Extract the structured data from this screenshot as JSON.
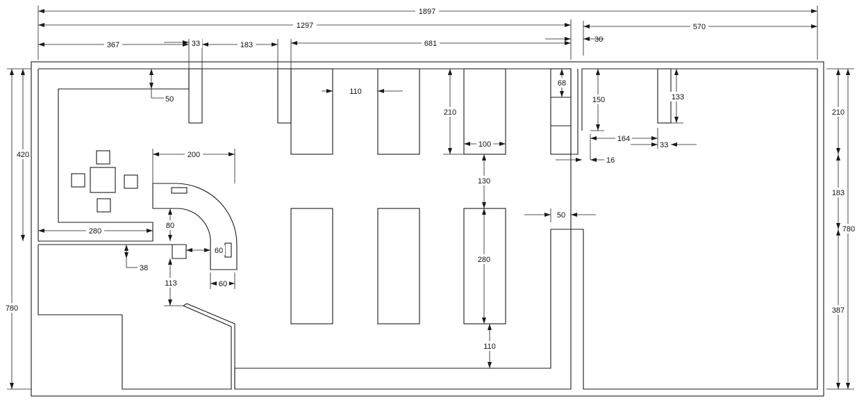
{
  "dimensions": {
    "overall_width": "1897",
    "left_width": "1297",
    "right_width": "570",
    "seg_367": "367",
    "seg_33": "33",
    "seg_183": "183",
    "seg_681": "681",
    "seg_30": "30",
    "left_420": "420",
    "left_780": "780",
    "right_210": "210",
    "right_183": "183",
    "right_780": "780",
    "right_387": "387",
    "d_50_top": "50",
    "d_200": "200",
    "d_280_counter": "280",
    "d_80": "80",
    "d_60": "60",
    "d_38": "38",
    "d_113": "113",
    "d_60_bottom": "60",
    "d_110_top": "110",
    "d_210_shelf": "210",
    "d_100": "100",
    "d_130": "130",
    "d_280_shelf": "280",
    "d_110_bottom": "110",
    "d_68": "68",
    "d_150": "150",
    "d_164": "164",
    "d_133": "133",
    "d_33_right": "33",
    "d_16": "16",
    "d_50_mid": "50"
  }
}
